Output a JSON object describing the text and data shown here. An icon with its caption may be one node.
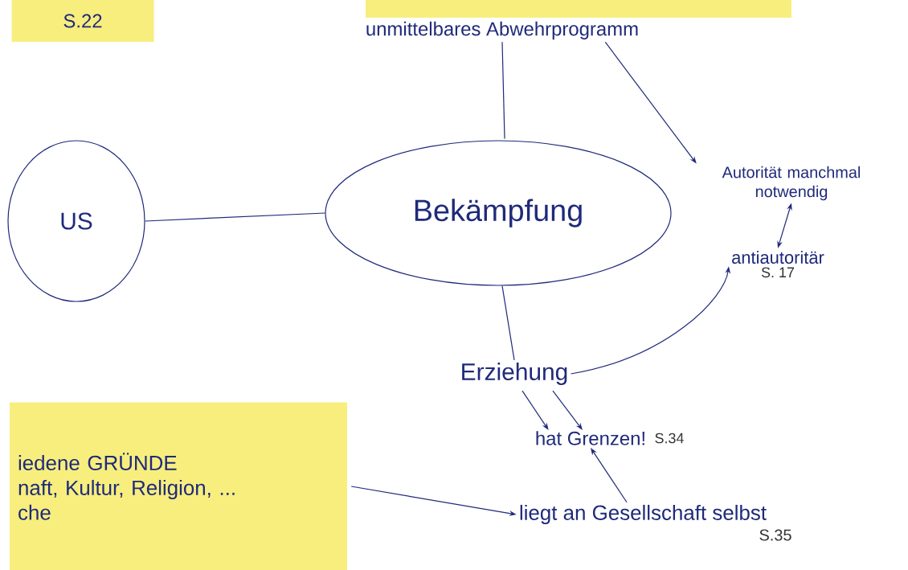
{
  "diagram": {
    "nodes": [
      {
        "text": [
          "US"
        ]
      },
      {
        "text": [
          "Bekämpfung"
        ]
      },
      {
        "text": [
          "unmittelbares Abwehrprogramm"
        ]
      },
      {
        "text": [
          "Autorität manchmal notwendig"
        ]
      },
      {
        "text": [
          "antiautoritär"
        ],
        "beside": [
          "S. 17"
        ]
      },
      {
        "text": [
          "Erziehung"
        ]
      },
      {
        "text": [
          "hat Grenzen!"
        ],
        "beside": [
          "S.34"
        ]
      },
      {
        "text": [
          "liegt an Gesellschaft selbst"
        ],
        "beside": [
          "S.35"
        ]
      },
      {
        "text": [
          "iedene GRÜNDE",
          "naft, Kultur, Religion, ...",
          "che"
        ]
      },
      {
        "text": [
          "S.22"
        ]
      },
      {
        "text": [],
        "shape": "box"
      }
    ],
    "edges": [
      {
        "from": 0,
        "to": 1,
        "arrow": "none"
      },
      {
        "from": 1,
        "to": 2,
        "arrow": "none"
      },
      {
        "from": 2,
        "to": 3,
        "arrow": "to"
      },
      {
        "from": 3,
        "to": 4,
        "arrow": "both"
      },
      {
        "from": 1,
        "to": 5,
        "arrow": "none"
      },
      {
        "from": 5,
        "to": 4,
        "arrow": "to"
      },
      {
        "from": 5,
        "to": 6,
        "arrow": "to"
      },
      {
        "from": 5,
        "to": 6,
        "arrow": "to"
      },
      {
        "from": 7,
        "to": 6,
        "arrow": "to"
      },
      {
        "from": 8,
        "to": 7,
        "arrow": "to"
      }
    ]
  }
}
